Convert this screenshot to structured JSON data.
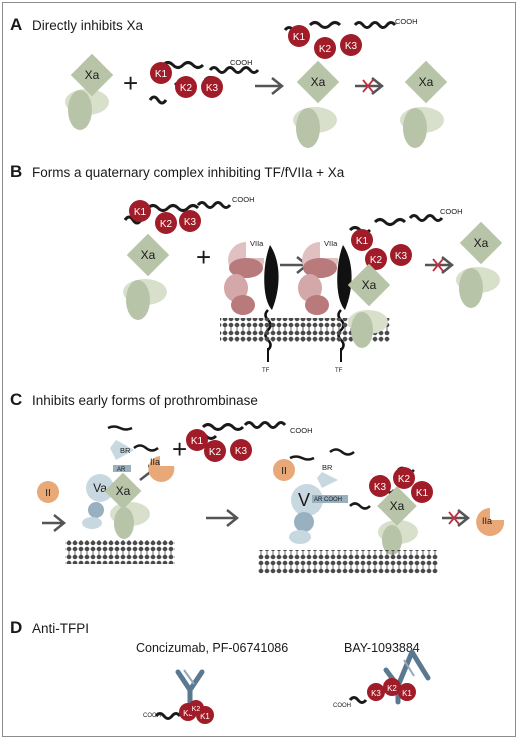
{
  "panels": {
    "a": {
      "label": "A",
      "title": "Directly inhibits Xa"
    },
    "b": {
      "label": "B",
      "title": "Forms a quaternary complex inhibiting TF/fVIIa + Xa"
    },
    "c": {
      "label": "C",
      "title": "Inhibits early forms of prothrombinase"
    },
    "d": {
      "label": "D",
      "title": "Anti-TFPI"
    }
  },
  "molecules": {
    "xa": "Xa",
    "k1": "K1",
    "k2": "K2",
    "k3": "K3",
    "cooh": "COOH",
    "vii": "VIIa",
    "tf": "TF",
    "br": "BR",
    "ar": "AR",
    "ar_cooh": "AR COOH",
    "iia": "IIa",
    "ii": "II",
    "va": "Va",
    "v": "V"
  },
  "operators": {
    "plus": "+"
  },
  "drugs": {
    "concizumab": "Concizumab, PF-06741086",
    "bay": "BAY-1093884"
  },
  "colors": {
    "xa_green": "#b8c4a8",
    "xa_light": "#d8e0cc",
    "kunitz_red": "#a01c28",
    "viia_pink": "#d4a8a8",
    "viia_dark": "#b87a7a",
    "iia_orange": "#e8a878",
    "va_blue": "#98b0c0",
    "va_light": "#c8d8e0",
    "antibody_blue": "#5a7890",
    "inhibit_x": "#c03040",
    "arrow_gray": "#555555",
    "membrane": "#4a4a4a"
  }
}
